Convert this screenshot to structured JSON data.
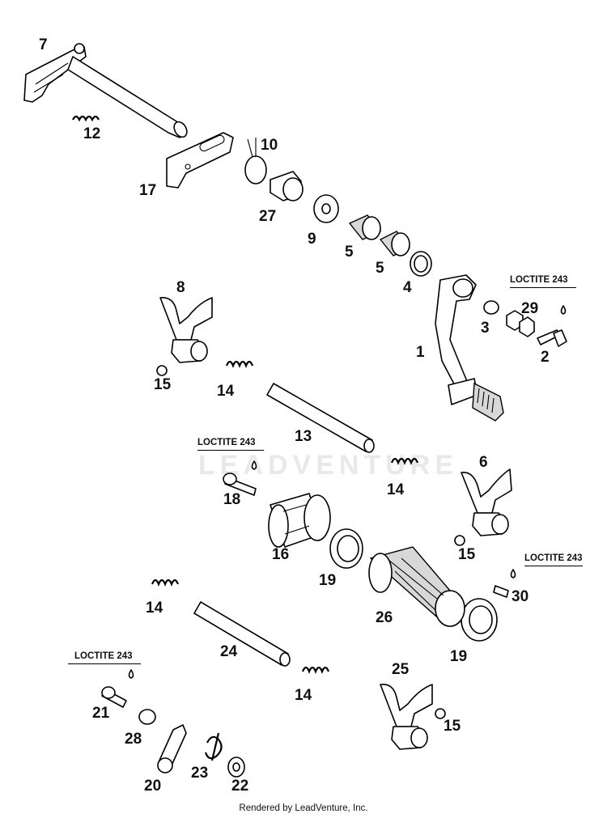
{
  "diagram": {
    "parts": [
      {
        "id": "p7",
        "label": "7"
      },
      {
        "id": "p12",
        "label": "12"
      },
      {
        "id": "p10",
        "label": "10"
      },
      {
        "id": "p17",
        "label": "17"
      },
      {
        "id": "p27",
        "label": "27"
      },
      {
        "id": "p9",
        "label": "9"
      },
      {
        "id": "p5a",
        "label": "5"
      },
      {
        "id": "p5b",
        "label": "5"
      },
      {
        "id": "p4",
        "label": "4"
      },
      {
        "id": "p8",
        "label": "8"
      },
      {
        "id": "p3",
        "label": "3"
      },
      {
        "id": "p29",
        "label": "29"
      },
      {
        "id": "p1",
        "label": "1"
      },
      {
        "id": "p2",
        "label": "2"
      },
      {
        "id": "p15a",
        "label": "15"
      },
      {
        "id": "p14a",
        "label": "14"
      },
      {
        "id": "p13",
        "label": "13"
      },
      {
        "id": "p6",
        "label": "6"
      },
      {
        "id": "p18",
        "label": "18"
      },
      {
        "id": "p14b",
        "label": "14"
      },
      {
        "id": "p16",
        "label": "16"
      },
      {
        "id": "p15b",
        "label": "15"
      },
      {
        "id": "p19a",
        "label": "19"
      },
      {
        "id": "p30",
        "label": "30"
      },
      {
        "id": "p14c",
        "label": "14"
      },
      {
        "id": "p26",
        "label": "26"
      },
      {
        "id": "p24",
        "label": "24"
      },
      {
        "id": "p19b",
        "label": "19"
      },
      {
        "id": "p25",
        "label": "25"
      },
      {
        "id": "p14d",
        "label": "14"
      },
      {
        "id": "p21",
        "label": "21"
      },
      {
        "id": "p28",
        "label": "28"
      },
      {
        "id": "p15c",
        "label": "15"
      },
      {
        "id": "p20",
        "label": "20"
      },
      {
        "id": "p23",
        "label": "23"
      },
      {
        "id": "p22",
        "label": "22"
      }
    ],
    "loctite_notes": [
      {
        "id": "l1",
        "text": "LOCTITE 243"
      },
      {
        "id": "l2",
        "text": "LOCTITE 243"
      },
      {
        "id": "l3",
        "text": "LOCTITE 243"
      },
      {
        "id": "l4",
        "text": "LOCTITE 243"
      }
    ],
    "watermark": "LEADVENTURE",
    "footer": "Rendered by LeadVenture, Inc."
  }
}
